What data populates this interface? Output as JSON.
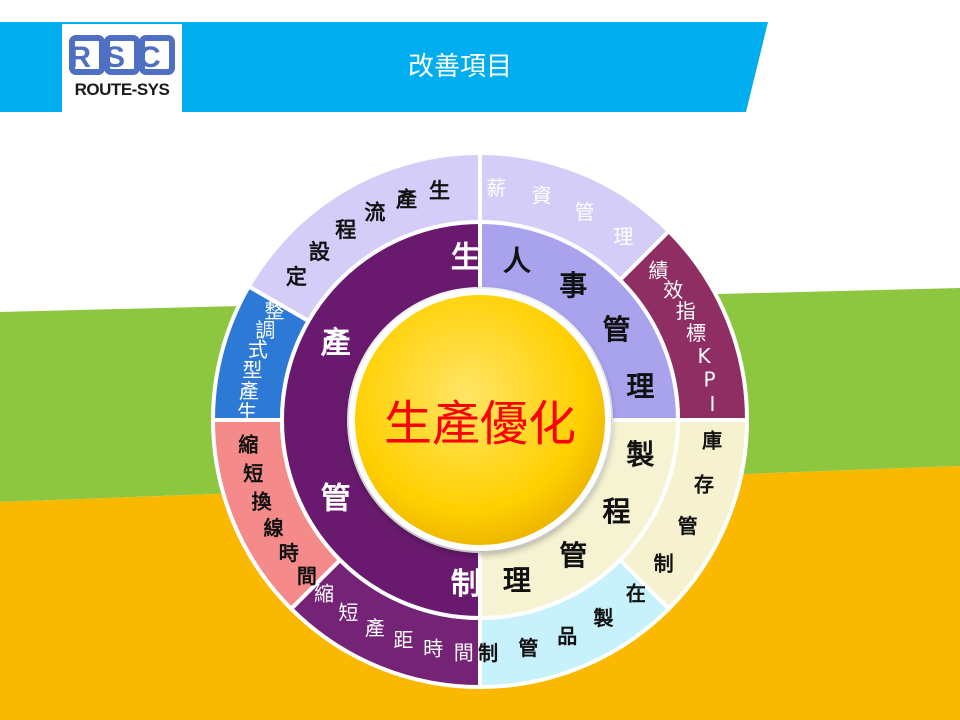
{
  "header": {
    "title": "改善項目",
    "logo_mark": "RSC",
    "logo_text": "ROUTE-SYS"
  },
  "colors": {
    "header": "#00aeef",
    "green": "#8dc63f",
    "orange": "#fbb800",
    "center": "#ffd000",
    "center_text": "#ff0000",
    "inner_purple": "#6a1a6e",
    "inner_lavender": "#a9a3ee",
    "inner_cream": "#f6f3d2",
    "outer_lavender": "#d3cdf8",
    "outer_wine": "#8e2e63",
    "outer_cream": "#f6f1cf",
    "outer_cyan": "#c7f1fb",
    "outer_purple": "#742377",
    "outer_pink": "#f48a8a",
    "outer_blue": "#2c79d6"
  },
  "diagram": {
    "center": "生產優化",
    "inner": {
      "production": "生產管制",
      "hr": "人事管理",
      "process": "製程管理"
    },
    "outer": {
      "salary": "薪資管理",
      "kpi": "績效指標KPI",
      "inventory": "庫存管制",
      "wip": "在製品管制",
      "cycle": "縮短產距時間",
      "changeover": "縮短換線時間",
      "model": "生產型式調整",
      "flow": "生產流程設定"
    }
  }
}
